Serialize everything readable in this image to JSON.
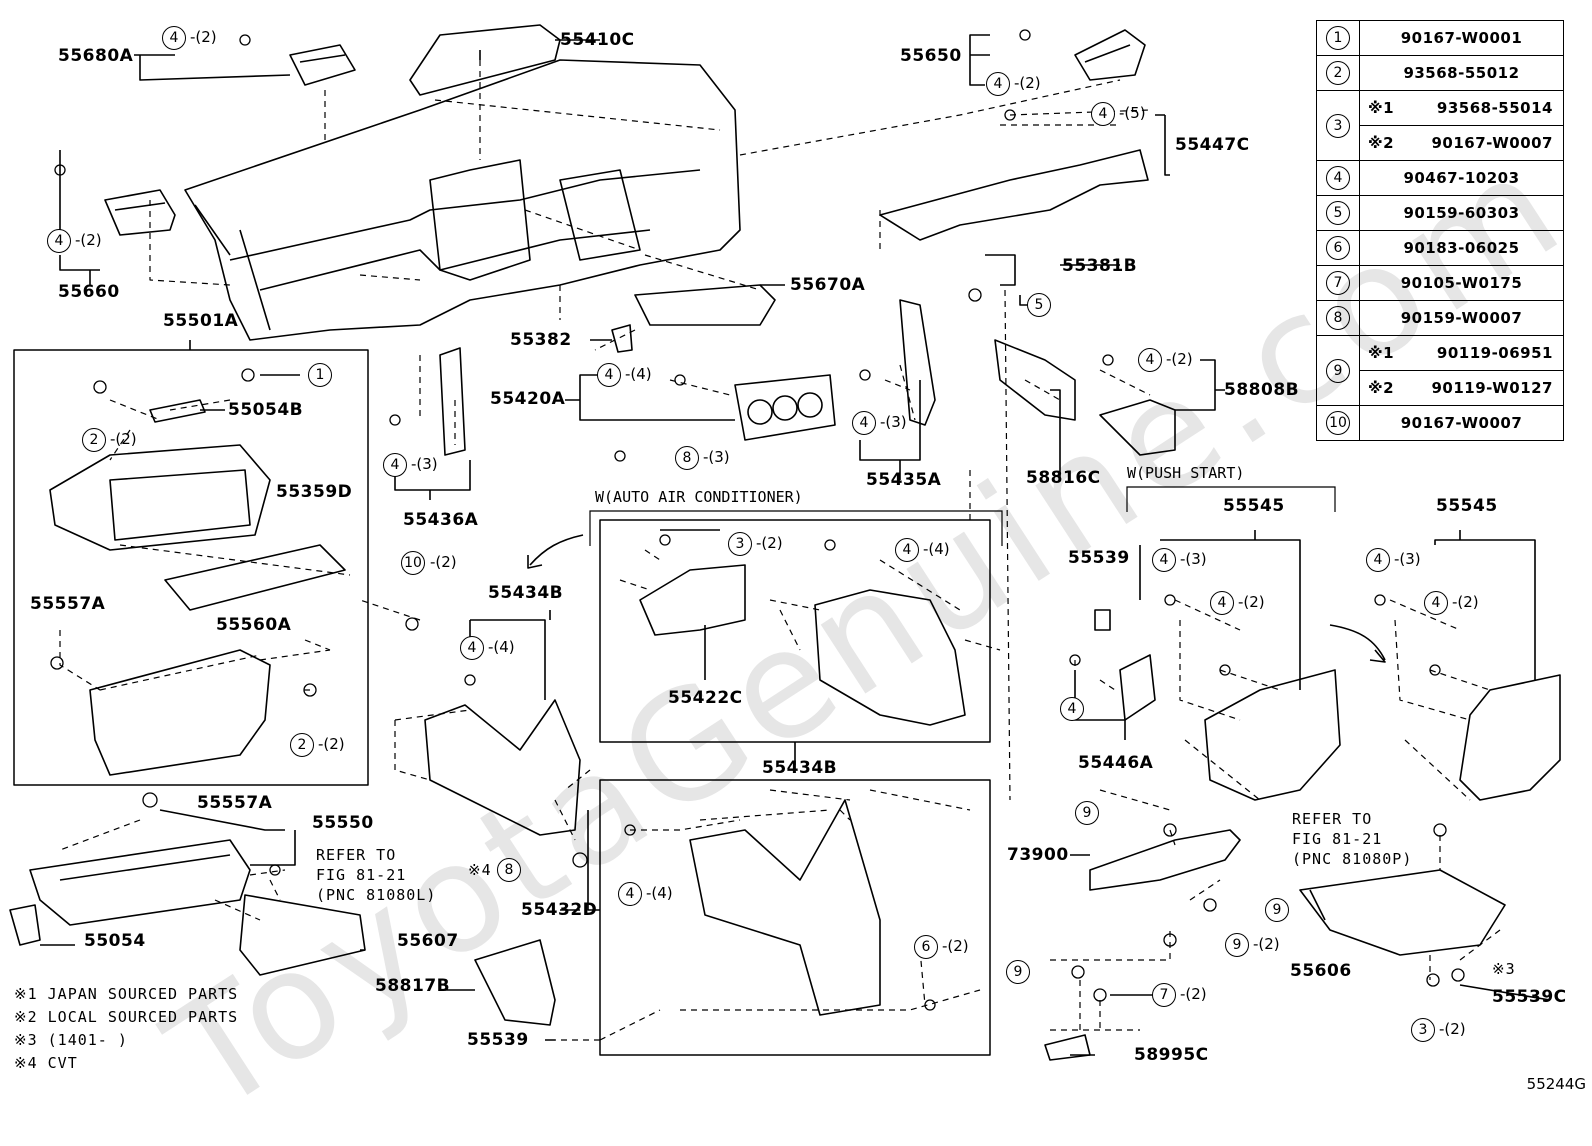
{
  "watermark": "ToyotaGenuine.com",
  "figure_id": "55244G",
  "legend": [
    {
      "num": "1",
      "part": "90167-W0001"
    },
    {
      "num": "2",
      "part": "93568-55012"
    },
    {
      "num": "3",
      "rows": [
        {
          "mark": "※1",
          "part": "93568-55014"
        },
        {
          "mark": "※2",
          "part": "90167-W0007"
        }
      ]
    },
    {
      "num": "4",
      "part": "90467-10203"
    },
    {
      "num": "5",
      "part": "90159-60303"
    },
    {
      "num": "6",
      "part": "90183-06025"
    },
    {
      "num": "7",
      "part": "90105-W0175"
    },
    {
      "num": "8",
      "part": "90159-W0007"
    },
    {
      "num": "9",
      "rows": [
        {
          "mark": "※1",
          "part": "90119-06951"
        },
        {
          "mark": "※2",
          "part": "90119-W0127"
        }
      ]
    },
    {
      "num": "10",
      "part": "90167-W0007"
    }
  ],
  "labels": {
    "p55680A": "55680A",
    "p55410C": "55410C",
    "p55650": "55650",
    "p55447C": "55447C",
    "p55660": "55660",
    "p55501A": "55501A",
    "p55054B": "55054B",
    "p55359D": "55359D",
    "p55557A_1": "55557A",
    "p55560A": "55560A",
    "p55557A_2": "55557A",
    "p55550": "55550",
    "p55054": "55054",
    "p55607": "55607",
    "p58817B": "58817B",
    "p55539_1": "55539",
    "p55670A": "55670A",
    "p55382": "55382",
    "p55420A": "55420A",
    "p55436A": "55436A",
    "p55435A": "55435A",
    "p55434B_1": "55434B",
    "p55422C": "55422C",
    "p55434B_2": "55434B",
    "p55432D": "55432D",
    "p55381B": "55381B",
    "p58816C": "58816C",
    "p58808B": "58808B",
    "p55545_1": "55545",
    "p55545_2": "55545",
    "p55539_2": "55539",
    "p55446A": "55446A",
    "p73900": "73900",
    "p55606": "55606",
    "p55539C": "55539C",
    "p58995C": "58995C"
  },
  "headings": {
    "push_start": "W(PUSH START)",
    "auto_ac": "W(AUTO AIR CONDITIONER)"
  },
  "refer_l": [
    "REFER TO",
    "FIG 81-21",
    "(PNC 81080L)"
  ],
  "refer_p": [
    "REFER TO",
    "FIG 81-21",
    "(PNC 81080P)"
  ],
  "notes": [
    "※1 JAPAN SOURCED PARTS",
    "※2 LOCAL SOURCED PARTS",
    "※3 (1401-    )",
    "※4 CVT"
  ],
  "marks": {
    "m4": "※4",
    "m3": "※3"
  },
  "callouts": [
    {
      "n": "4",
      "q": "-(2)"
    },
    {
      "n": "4",
      "q": "-(2)"
    },
    {
      "n": "4",
      "q": "-(5)"
    },
    {
      "n": "4",
      "q": "-(2)"
    },
    {
      "n": "1",
      "q": ""
    },
    {
      "n": "2",
      "q": "-(2)"
    },
    {
      "n": "10",
      "q": "-(2)"
    },
    {
      "n": "2",
      "q": "-(2)"
    },
    {
      "n": "4",
      "q": "-(4)"
    },
    {
      "n": "8",
      "q": "-(3)"
    },
    {
      "n": "4",
      "q": "-(3)"
    },
    {
      "n": "4",
      "q": "-(3)"
    },
    {
      "n": "5",
      "q": ""
    },
    {
      "n": "4",
      "q": "-(2)"
    },
    {
      "n": "3",
      "q": "-(2)"
    },
    {
      "n": "4",
      "q": "-(4)"
    },
    {
      "n": "4",
      "q": "-(4)"
    },
    {
      "n": "8",
      "q": ""
    },
    {
      "n": "4",
      "q": "-(4)"
    },
    {
      "n": "6",
      "q": "-(2)"
    },
    {
      "n": "4",
      "q": "-(3)"
    },
    {
      "n": "4",
      "q": "-(2)"
    },
    {
      "n": "4",
      "q": "-(3)"
    },
    {
      "n": "4",
      "q": "-(2)"
    },
    {
      "n": "4",
      "q": ""
    },
    {
      "n": "9",
      "q": ""
    },
    {
      "n": "9",
      "q": ""
    },
    {
      "n": "9",
      "q": "-(2)"
    },
    {
      "n": "9",
      "q": ""
    },
    {
      "n": "7",
      "q": "-(2)"
    },
    {
      "n": "3",
      "q": "-(2)"
    }
  ]
}
